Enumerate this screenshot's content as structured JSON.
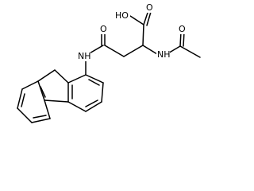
{
  "structure": {
    "labels": {
      "hydroxyl": "HO",
      "carboxyl_oxygen": "O",
      "amide_oxygen": "O",
      "acetyl_nitrogen": "NH",
      "acetyl_oxygen": "O",
      "anilide_nitrogen": "NH"
    }
  }
}
